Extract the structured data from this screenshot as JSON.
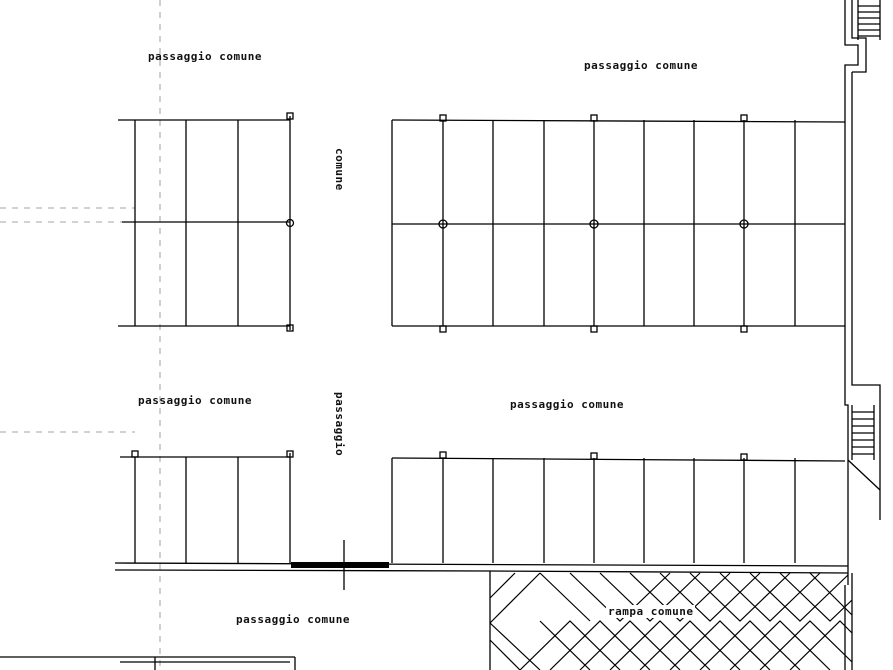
{
  "labels": {
    "passage_top_left": "passaggio   comune",
    "passage_top_right": "passaggio   comune",
    "common_vertical": "comune",
    "passage_mid_left": "passaggio   comune",
    "passage_vertical": "passaggio",
    "passage_mid_right": "passaggio   comune",
    "passage_bottom": "passaggio   comune",
    "ramp": "rampa   comune"
  }
}
